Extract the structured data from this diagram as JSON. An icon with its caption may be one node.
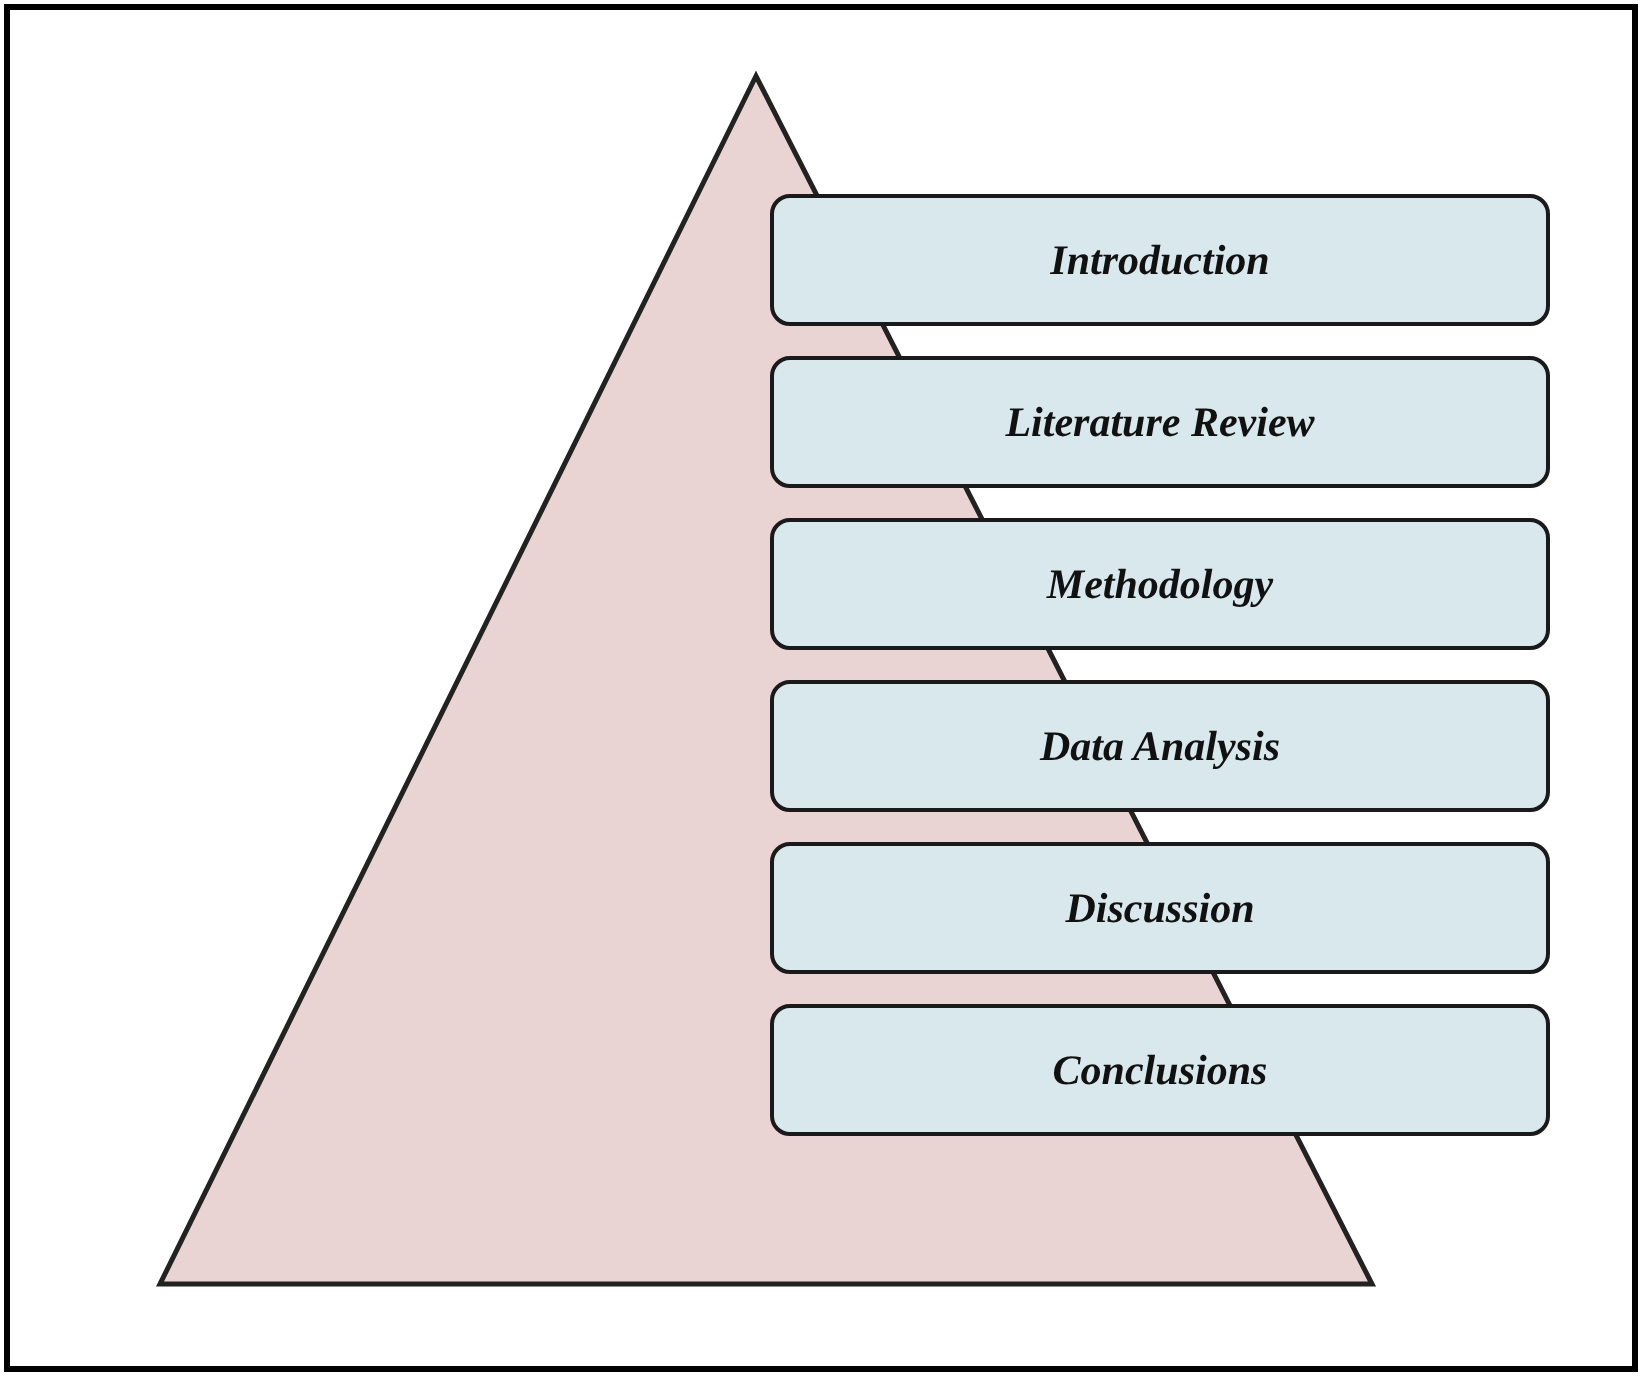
{
  "diagram": {
    "nodes": [
      {
        "text": [
          "Introduction"
        ]
      },
      {
        "text": [
          "Literature Review"
        ]
      },
      {
        "text": [
          "Methodology"
        ]
      },
      {
        "text": [
          "Data Analysis"
        ]
      },
      {
        "text": [
          "Discussion"
        ]
      },
      {
        "text": [
          "Conclusions"
        ]
      }
    ]
  }
}
